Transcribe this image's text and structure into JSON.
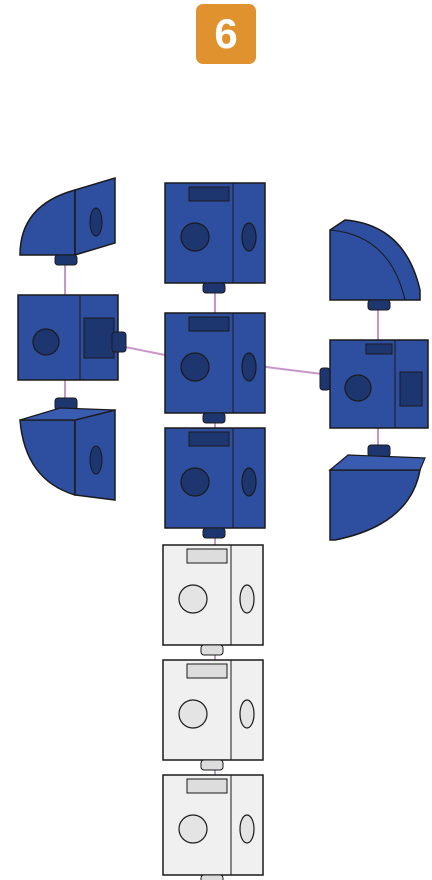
{
  "step": {
    "number": "6",
    "badge_color": "#e0922f"
  },
  "colors": {
    "blue_piece": "#2e4fa0",
    "blue_dark": "#1e3670",
    "white_piece": "#f0f0f0",
    "outline": "#1a1a1a",
    "connector_line": "#c896c8"
  },
  "parts": {
    "center_column": [
      "blue-cube",
      "blue-cube",
      "blue-cube",
      "white-cube",
      "white-cube",
      "white-cube"
    ],
    "left_arm": [
      "blue-quarter-round-top",
      "blue-cube-connector",
      "blue-quarter-round-bottom"
    ],
    "right_arm": [
      "blue-quarter-round-top",
      "blue-cube-connector",
      "blue-quarter-round-bottom"
    ]
  }
}
